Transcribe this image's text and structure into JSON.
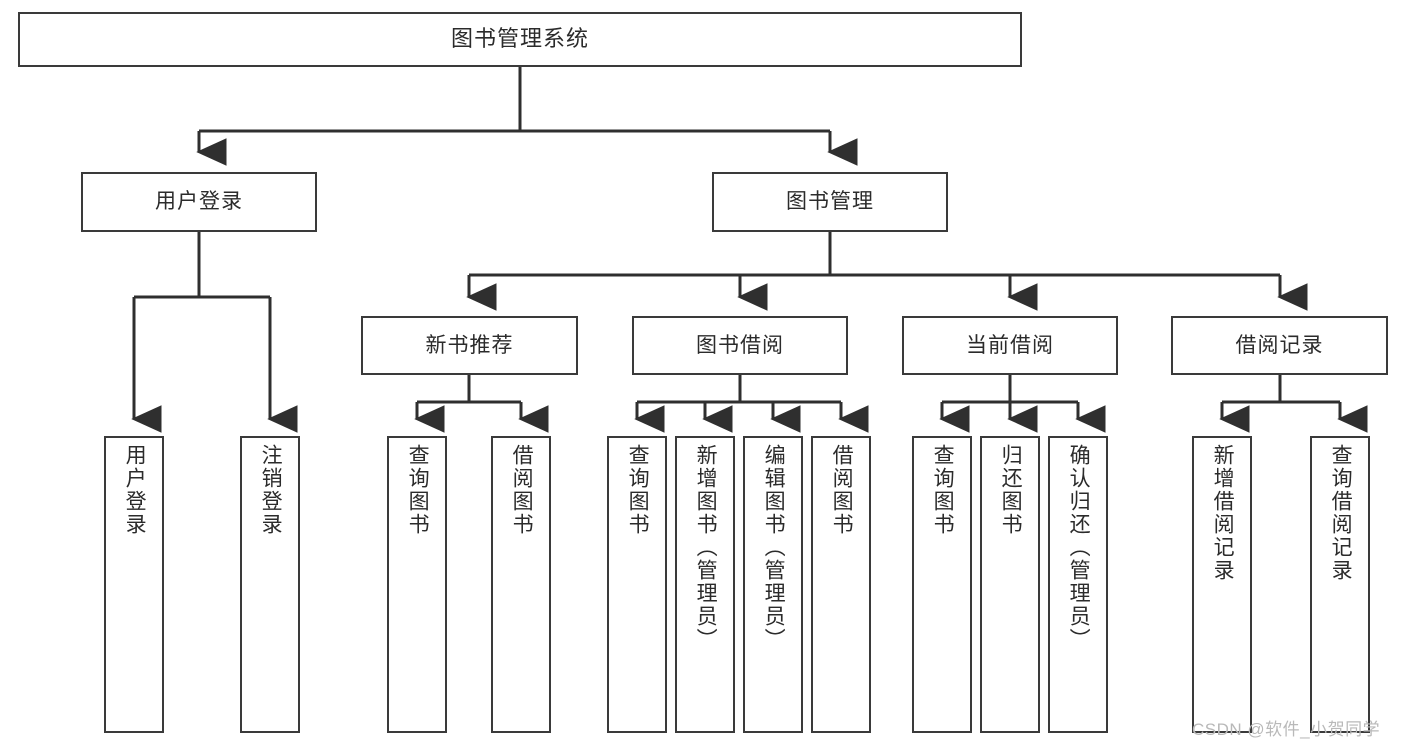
{
  "diagram": {
    "title": "图书管理系统",
    "watermark": "CSDN @软件_小贺同学",
    "colors": {
      "box_border": "#3a3a3a",
      "box_fill": "#ffffff",
      "edge": "#2f2f2f",
      "text": "#2b2b2b",
      "watermark": "#b9b9b9",
      "background": "#ffffff"
    },
    "root": {
      "label": "图书管理系统"
    },
    "level2": [
      {
        "label": "用户登录"
      },
      {
        "label": "图书管理"
      }
    ],
    "level3": [
      {
        "label": "新书推荐"
      },
      {
        "label": "图书借阅"
      },
      {
        "label": "当前借阅"
      },
      {
        "label": "借阅记录"
      }
    ],
    "leaves": {
      "user_login": [
        {
          "label": "用户登录"
        },
        {
          "label": "注销登录"
        }
      ],
      "new_book": [
        {
          "label": "查询图书"
        },
        {
          "label": "借阅图书"
        }
      ],
      "book_borrow": [
        {
          "label": "查询图书"
        },
        {
          "label": "新增图书（管理员）"
        },
        {
          "label": "编辑图书（管理员）"
        },
        {
          "label": "借阅图书"
        }
      ],
      "current_borrow": [
        {
          "label": "查询图书"
        },
        {
          "label": "归还图书"
        },
        {
          "label": "确认归还（管理员）"
        }
      ],
      "borrow_record": [
        {
          "label": "新增借阅记录"
        },
        {
          "label": "查询借阅记录"
        }
      ]
    }
  }
}
